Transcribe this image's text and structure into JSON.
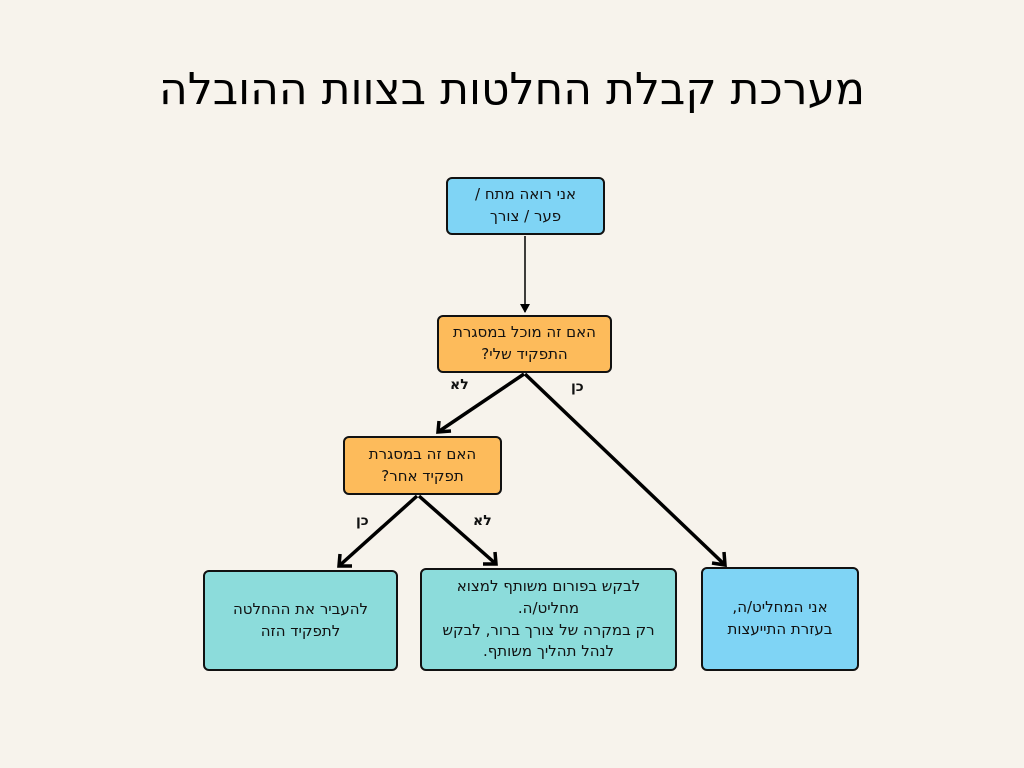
{
  "title": "מערכת קבלת החלטות בצוות ההובלה",
  "nodes": {
    "start": "אני רואה מתח /\nפער / צורך",
    "q1": "האם זה מוכל במסגרת\nהתפקיד שלי?",
    "q2": "האם זה במסגרת\nתפקיד אחר?",
    "transfer": "להעביר את ההחלטה\nלתפקיד הזה",
    "forum": "לבקש בפורום משותף  למצוא\nמחליט/ה.\nרק במקרה של צורך ברור, לבקש\nלנהל תהליך משותף.",
    "decide": "אני המחליט/ה,\nבעזרת התייעצות"
  },
  "edge_labels": {
    "q1_no": "לא",
    "q1_yes": "כן",
    "q2_yes": "כן",
    "q2_no": "לא"
  },
  "colors": {
    "blue": "#7fd4f5",
    "orange": "#fdbb5b",
    "teal": "#8cdcdb",
    "background": "#f7f3ec"
  }
}
